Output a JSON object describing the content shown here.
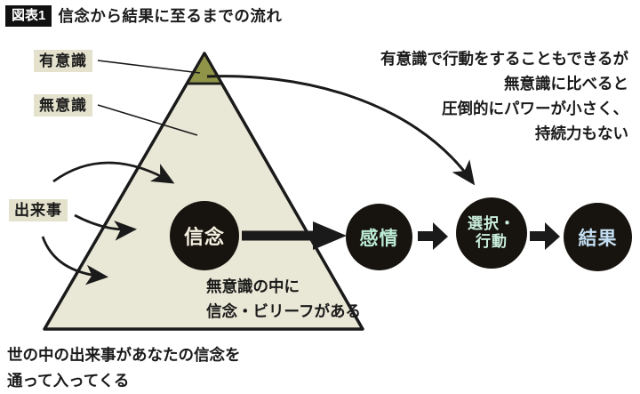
{
  "figure": {
    "tag": "図表1",
    "title": "信念から結果に至るまでの流れ"
  },
  "labels": {
    "conscious": "有意識",
    "unconscious": "無意識",
    "events": "出来事"
  },
  "flow": {
    "belief": "信念",
    "emotion": "感情",
    "choice_line1": "選択・",
    "choice_line2": "行動",
    "result": "結果"
  },
  "annotations": {
    "conscious_note": [
      "有意識で行動をすることもできるが",
      "無意識に比べると",
      "圧倒的にパワーが小さく、",
      "持続力もない"
    ],
    "unconscious_note": [
      "無意識の中に",
      "信念・ビリーフがある"
    ],
    "events_note": [
      "世の中の出来事があなたの信念を",
      "通って入ってくる"
    ]
  },
  "colors": {
    "pyramid_fill": "#e9e7d6",
    "pyramid_cap": "#8f9449",
    "label_bg": "#e4e2cd",
    "node_bg": "#17140f",
    "belief_text": "#f5f2e2",
    "emotion_text": "#bcecd4",
    "choice_text": "#c9eeda",
    "result_text": "#c2ddf1",
    "ink": "#1a1a1a"
  }
}
